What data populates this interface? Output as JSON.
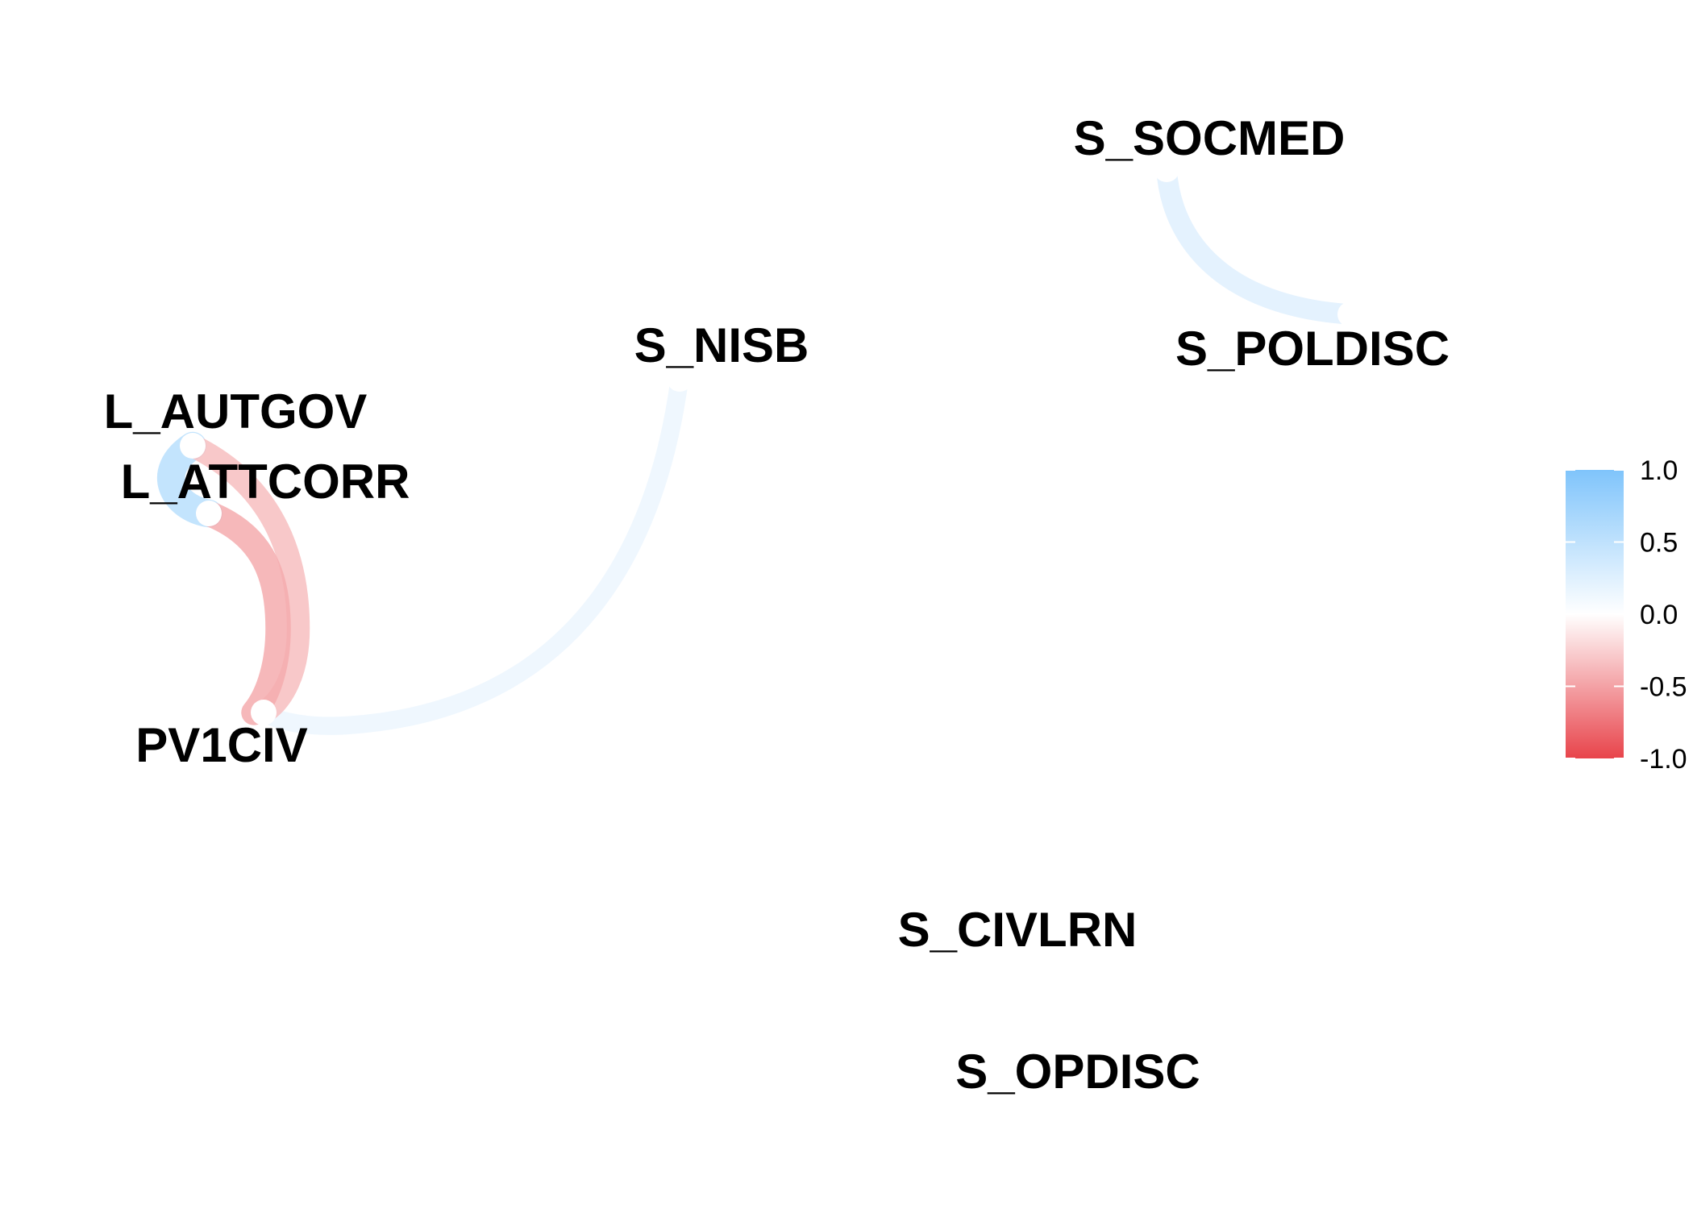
{
  "chart_data": {
    "type": "network",
    "title": "",
    "nodes": [
      {
        "id": "S_SOCMED",
        "label": "S_SOCMED"
      },
      {
        "id": "S_POLDISC",
        "label": "S_POLDISC"
      },
      {
        "id": "S_NISB",
        "label": "S_NISB"
      },
      {
        "id": "L_AUTGOV",
        "label": "L_AUTGOV"
      },
      {
        "id": "L_ATTCORR",
        "label": "L_ATTCORR"
      },
      {
        "id": "PV1CIV",
        "label": "PV1CIV"
      },
      {
        "id": "S_CIVLRN",
        "label": "S_CIVLRN"
      },
      {
        "id": "S_OPDISC",
        "label": "S_OPDISC"
      }
    ],
    "edges": [
      {
        "from": "S_SOCMED",
        "to": "S_POLDISC",
        "correlation": 0.25
      },
      {
        "from": "S_NISB",
        "to": "PV1CIV",
        "correlation": 0.15
      },
      {
        "from": "L_AUTGOV",
        "to": "L_ATTCORR",
        "correlation": 0.55
      },
      {
        "from": "L_AUTGOV",
        "to": "PV1CIV",
        "correlation": -0.35
      },
      {
        "from": "L_ATTCORR",
        "to": "PV1CIV",
        "correlation": -0.45
      }
    ],
    "legend": {
      "position": "right",
      "range": [
        -1.0,
        1.0
      ],
      "ticks": [
        "1.0",
        "0.5",
        "0.0",
        "-0.5",
        "-1.0"
      ],
      "colors": {
        "positive": "#7fc4fb",
        "zero": "#ffffff",
        "negative": "#e8444b"
      }
    }
  }
}
